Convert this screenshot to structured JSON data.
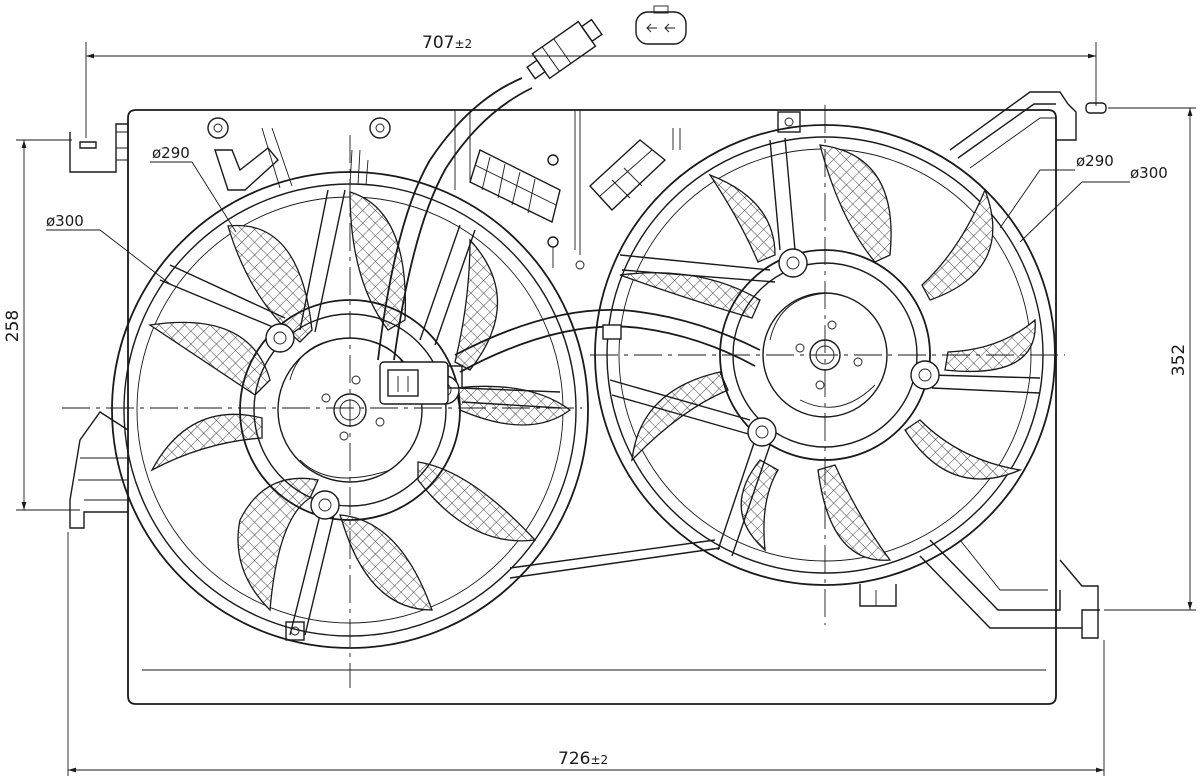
{
  "dimensions": {
    "top_width": "707",
    "top_width_tol": "±2",
    "bottom_width": "726",
    "bottom_width_tol": "±2",
    "left_height": "258",
    "right_height": "352"
  },
  "fans": {
    "left": {
      "inner_diameter": "ø290",
      "outer_diameter": "ø300"
    },
    "right": {
      "inner_diameter": "ø290",
      "outer_diameter": "ø300"
    }
  },
  "icons": {
    "connector": "connector-pin-icon"
  }
}
